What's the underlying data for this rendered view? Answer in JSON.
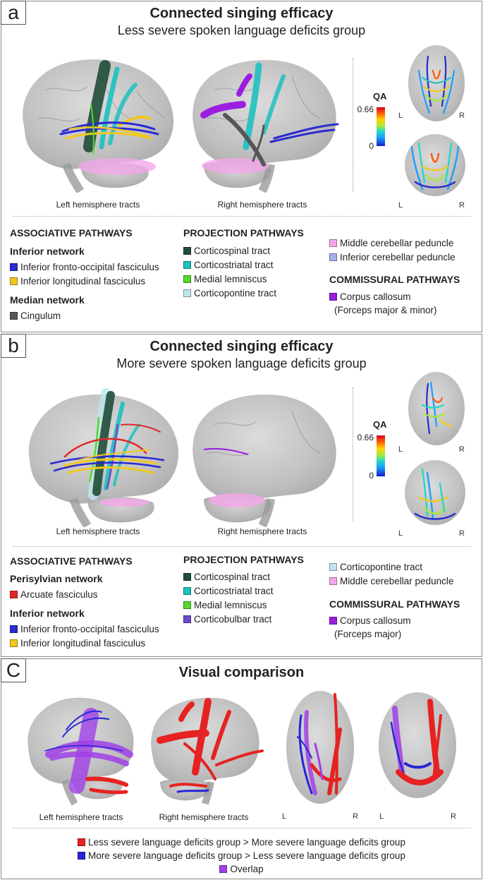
{
  "colors": {
    "ifof": "#2a2ad0",
    "ilf": "#f0c81e",
    "cingulum": "#555555",
    "corticospinal": "#1f4d3a",
    "corticostriatal": "#1ec0c0",
    "medial_lemniscus": "#55d82a",
    "corticopontine": "#bfe6ec",
    "middle_cerebellar": "#f2a8e8",
    "inferior_cerebellar": "#a8b0ec",
    "corpus_callosum": "#9a1ee0",
    "arcuate": "#e02828",
    "corticobulbar": "#6a4cc8",
    "less_gt_more": "#e62222",
    "more_gt_less": "#2626d6",
    "overlap": "#a040e6"
  },
  "panel_a": {
    "letter": "a",
    "title": "Connected singing efficacy",
    "subtitle": "Less severe spoken language deficits group",
    "left_caption": "Left hemisphere tracts",
    "right_caption": "Right hemisphere tracts",
    "qa": {
      "label": "QA",
      "max": "0.66",
      "min": "0"
    },
    "lr": {
      "l": "L",
      "r": "R"
    },
    "associative": {
      "heading": "ASSOCIATIVE PATHWAYS",
      "inferior_network": "Inferior network",
      "ifof": "Inferior fronto-occipital fasciculus",
      "ilf": "Inferior longitudinal fasciculus",
      "median_network": "Median network",
      "cingulum": "Cingulum"
    },
    "projection": {
      "heading": "PROJECTION PATHWAYS",
      "corticospinal": "Corticospinal tract",
      "corticostriatal": "Corticostriatal tract",
      "medial_lemniscus": "Medial lemniscus",
      "corticopontine": "Corticopontine tract"
    },
    "other": {
      "middle_cerebellar": "Middle cerebellar peduncle",
      "inferior_cerebellar": "Inferior cerebellar peduncle",
      "commissural_heading": "COMMISSURAL PATHWAYS",
      "corpus_callosum": "Corpus callosum",
      "corpus_callosum_note": "(Forceps major & minor)"
    }
  },
  "panel_b": {
    "letter": "b",
    "title": "Connected singing efficacy",
    "subtitle": "More severe spoken language deficits group",
    "left_caption": "Left hemisphere tracts",
    "right_caption": "Right hemisphere tracts",
    "qa": {
      "label": "QA",
      "max": "0.66",
      "min": "0"
    },
    "lr": {
      "l": "L",
      "r": "R"
    },
    "associative": {
      "heading": "ASSOCIATIVE PATHWAYS",
      "perisylvian_network": "Perisylvian network",
      "arcuate": "Arcuate fasciculus",
      "inferior_network": "Inferior network",
      "ifof": "Inferior fronto-occipital fasciculus",
      "ilf": "Inferior longitudinal fasciculus"
    },
    "projection": {
      "heading": "PROJECTION PATHWAYS",
      "corticospinal": "Corticospinal tract",
      "corticostriatal": "Corticostriatal tract",
      "medial_lemniscus": "Medial lemniscus",
      "corticobulbar": "Corticobulbar tract"
    },
    "other": {
      "corticopontine": "Corticopontine tract",
      "middle_cerebellar": "Middle cerebellar peduncle",
      "commissural_heading": "COMMISSURAL PATHWAYS",
      "corpus_callosum": "Corpus callosum",
      "corpus_callosum_note": "(Forceps major)"
    }
  },
  "panel_c": {
    "letter": "C",
    "title": "Visual comparison",
    "left_caption": "Left hemisphere tracts",
    "right_caption": "Right hemisphere tracts",
    "lr": {
      "l": "L",
      "r": "R"
    },
    "legend": {
      "less_gt_more": "Less severe language deficits group > More severe language deficits group",
      "more_gt_less": "More severe language deficits group > Less severe language deficits group",
      "overlap": "Overlap"
    }
  }
}
